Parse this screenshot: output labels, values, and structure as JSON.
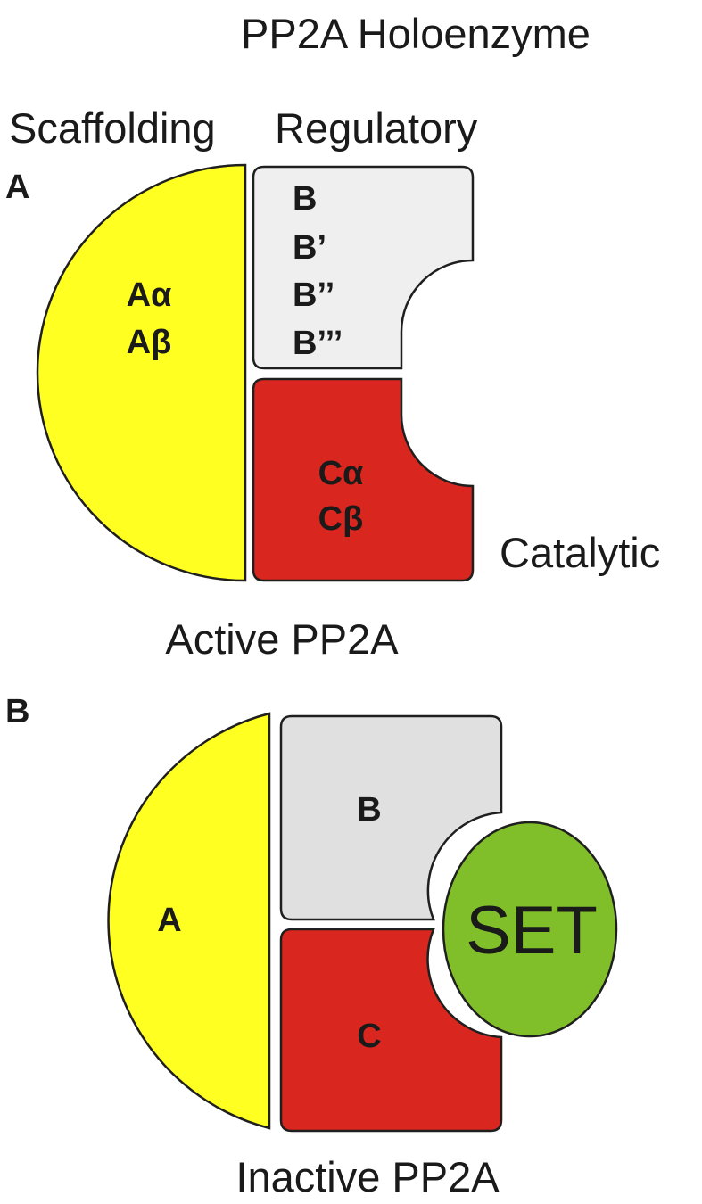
{
  "title": "PP2A Holoenzyme",
  "panel_a": {
    "letter": "A",
    "scaffolding_label": "Scaffolding",
    "regulatory_label": "Regulatory",
    "catalytic_label": "Catalytic",
    "caption": "Active PP2A",
    "scaffolding_subunits": [
      "Aα",
      "Aβ"
    ],
    "regulatory_subunits": [
      "B",
      "B’",
      "B’’",
      "B’’’"
    ],
    "catalytic_subunits": [
      "Cα",
      "Cβ"
    ]
  },
  "panel_b": {
    "letter": "B",
    "scaffolding_unit": "A",
    "regulatory_unit": "B",
    "catalytic_unit": "C",
    "inhibitor": "SET",
    "caption": "Inactive PP2A"
  },
  "colors": {
    "scaffolding": "#ffff22",
    "regulatory_a": "#efefef",
    "regulatory_b": "#e0e0e0",
    "catalytic": "#d9261e",
    "inhibitor": "#80bf2a",
    "outline": "#1f1f1f"
  }
}
